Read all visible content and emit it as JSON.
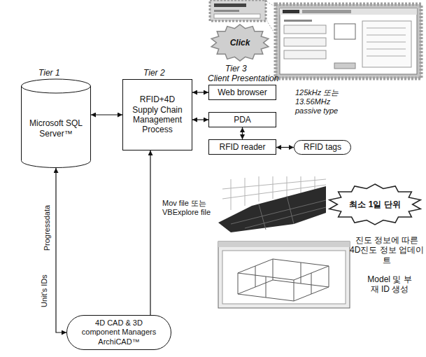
{
  "diagram": {
    "nodes": [
      {
        "text": [
          "Microsoft SQL Server™"
        ]
      },
      {
        "text": [
          "RFID+4D Supply Chain Management Process"
        ]
      },
      {
        "text": [
          "Web browser"
        ]
      },
      {
        "text": [
          "PDA"
        ]
      },
      {
        "text": [
          "RFID reader"
        ]
      },
      {
        "text": [
          "RFID tags"
        ]
      },
      {
        "text": [
          "Click"
        ]
      },
      {
        "text": [
          "최소 1일 단위"
        ]
      },
      {
        "text": [
          "4D CAD & 3D component Managers ArchiCAD™"
        ]
      }
    ],
    "edges": [
      {
        "from": 0,
        "to": 1,
        "arrow": "both"
      },
      {
        "from": 1,
        "to": 2,
        "arrow": "both"
      },
      {
        "from": 1,
        "to": 3,
        "arrow": "both"
      },
      {
        "from": 3,
        "to": 4,
        "arrow": "both"
      },
      {
        "from": 4,
        "to": 5,
        "arrow": "both"
      },
      {
        "from": 0,
        "to": 8,
        "arrow": "both"
      },
      {
        "from": 8,
        "to": 1,
        "arrow": "to"
      }
    ],
    "labels": [
      "Tier 1",
      "Tier 2",
      "Tier 3",
      "Client Presentation",
      "125kHz 또는 13.56MHz passive type",
      "Progressdata",
      "Unit's IDs",
      "Mov file 또는 VBExplore file",
      "진도 정보에 따른 4D진도 정보 업데이트",
      "Model 및 부재 ID 생성"
    ]
  }
}
